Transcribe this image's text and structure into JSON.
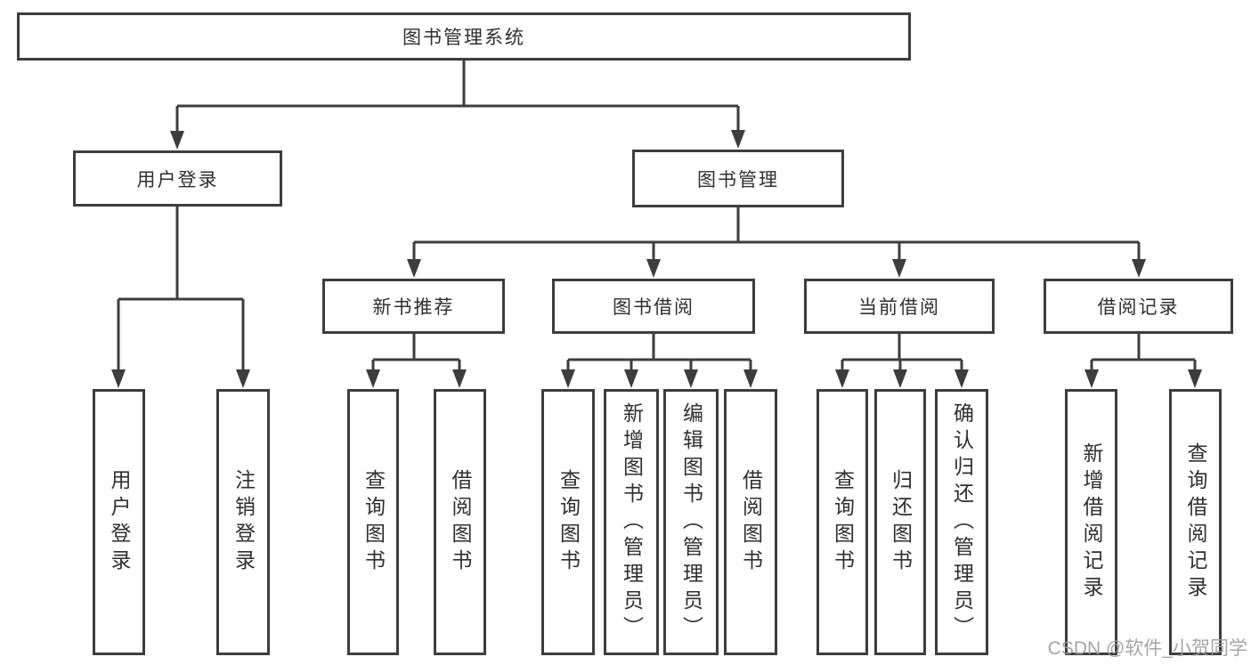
{
  "diagram": {
    "root": {
      "label": "图书管理系统"
    },
    "level2": [
      {
        "label": "用户登录"
      },
      {
        "label": "图书管理"
      }
    ],
    "level3": [
      {
        "label": "新书推荐"
      },
      {
        "label": "图书借阅"
      },
      {
        "label": "当前借阅"
      },
      {
        "label": "借阅记录"
      }
    ],
    "leaves": {
      "user_login": [
        "用户登录",
        "注销登录"
      ],
      "new_book_rec": [
        "查询图书",
        "借阅图书"
      ],
      "book_borrow": [
        "查询图书",
        "新增图书（管理员）",
        "编辑图书（管理员）",
        "借阅图书"
      ],
      "current_borrow": [
        "查询图书",
        "归还图书",
        "确认归还（管理员）"
      ],
      "borrow_records": [
        "新增借阅记录",
        "查询借阅记录"
      ]
    }
  },
  "watermark": {
    "text": "CSDN @软件_小贺同学"
  },
  "colors": {
    "line": "#3d3d3d",
    "text": "#2f2f2f",
    "background": "#ffffff",
    "watermark": "#9c9c9c"
  }
}
